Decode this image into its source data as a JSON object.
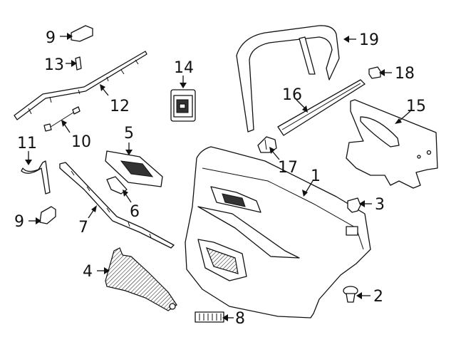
{
  "diagram": {
    "callouts": [
      {
        "id": "c1",
        "label": "1"
      },
      {
        "id": "c2",
        "label": "2"
      },
      {
        "id": "c3",
        "label": "3"
      },
      {
        "id": "c4",
        "label": "4"
      },
      {
        "id": "c5",
        "label": "5"
      },
      {
        "id": "c6",
        "label": "6"
      },
      {
        "id": "c7",
        "label": "7"
      },
      {
        "id": "c8",
        "label": "8"
      },
      {
        "id": "c9a",
        "label": "9"
      },
      {
        "id": "c9b",
        "label": "9"
      },
      {
        "id": "c10",
        "label": "10"
      },
      {
        "id": "c11",
        "label": "11"
      },
      {
        "id": "c12",
        "label": "12"
      },
      {
        "id": "c13",
        "label": "13"
      },
      {
        "id": "c14",
        "label": "14"
      },
      {
        "id": "c15",
        "label": "15"
      },
      {
        "id": "c16",
        "label": "16"
      },
      {
        "id": "c17",
        "label": "17"
      },
      {
        "id": "c18",
        "label": "18"
      },
      {
        "id": "c19",
        "label": "19"
      }
    ],
    "colors": {
      "line": "#111111",
      "background": "#ffffff"
    }
  }
}
